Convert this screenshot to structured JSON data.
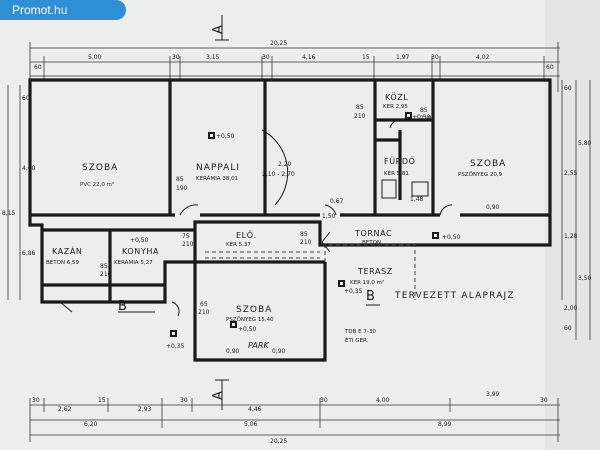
{
  "badge": {
    "brand": "Promot",
    "tld": ".hu"
  },
  "title": "TERVEZETT ALAPRAJZ",
  "section_marks": {
    "a_top": "A",
    "a_bottom": "A",
    "b_left": "B",
    "b_right": "B"
  },
  "rooms": {
    "szoba1": {
      "name": "SZOBA",
      "floor": "PVC 22,0 m²"
    },
    "nappali": {
      "name": "NAPPALI",
      "floor": "KERÁMIA 38,01"
    },
    "kozl": {
      "name": "KÖZL",
      "floor": "KER 2,95"
    },
    "furdo": {
      "name": "FÜRDŐ",
      "floor": "KER 5,81"
    },
    "szoba2": {
      "name": "SZOBA",
      "floor": "PSZÖNYEG 20,9"
    },
    "kazan": {
      "name": "KAZÁN",
      "floor": "BETON 6,59"
    },
    "konyha": {
      "name": "KONYHA",
      "floor": "KERÁMIA 5,27"
    },
    "elo": {
      "name": "ELŐ.",
      "floor": "KER 5,37"
    },
    "tornac": {
      "name": "TORNÁC",
      "floor": "BETON"
    },
    "terasz": {
      "name": "TERASZ",
      "floor": "KER 19,0 m²"
    },
    "szoba3": {
      "name": "SZOBA",
      "floor": "PSZÖNYEG 15,40"
    }
  },
  "dims_top": [
    "20,25",
    "60",
    "5,00",
    "30",
    "3,15",
    "30",
    "4,16",
    "15",
    "1,97",
    "30",
    "4,02",
    "60"
  ],
  "dims_bottom": [
    "30",
    "2,62",
    "15",
    "2,93",
    "30",
    "4,46",
    "30",
    "4,00",
    "3,99",
    "30",
    "6,20",
    "5,06",
    "8,99",
    "20,25"
  ],
  "openings": [
    "85",
    "210",
    "85",
    "190",
    "85",
    "210",
    "75",
    "210",
    "85",
    "210",
    "85",
    "210",
    "65",
    "210",
    "0,90",
    "0,90",
    "0,90",
    "1,48",
    "0,67",
    "1,50",
    "2,20",
    "2,10 - 2,70"
  ],
  "levels": [
    "+0,50",
    "+0,50",
    "+0,50",
    "+0,50",
    "+0,50",
    "+0,35",
    "+0,35"
  ],
  "notes": {
    "tdb": "TDB E 7-30",
    "eti": "ÉTI GER.",
    "park": "PARK"
  },
  "dims_right": [
    "60",
    "5,80",
    "2,55",
    "1,28",
    "3,50",
    "2,00",
    "60"
  ],
  "dims_left": [
    "60",
    "4,60",
    "8,15",
    "6,86"
  ]
}
